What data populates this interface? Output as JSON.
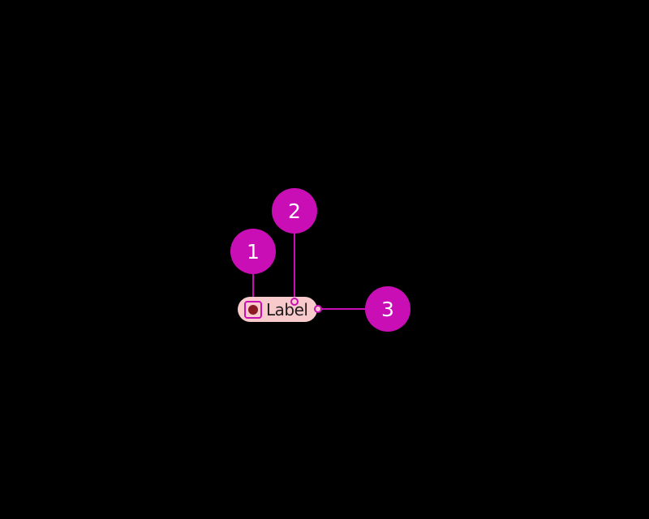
{
  "chip": {
    "label": "Label",
    "icon": "record-dot-icon",
    "background": "#F9CACC",
    "icon_color": "#8B1A24"
  },
  "annotations": [
    {
      "number": "1",
      "target": "leading icon"
    },
    {
      "number": "2",
      "target": "label text"
    },
    {
      "number": "3",
      "target": "container"
    }
  ],
  "colors": {
    "annotation": "#C90EB6",
    "background": "#000000"
  }
}
